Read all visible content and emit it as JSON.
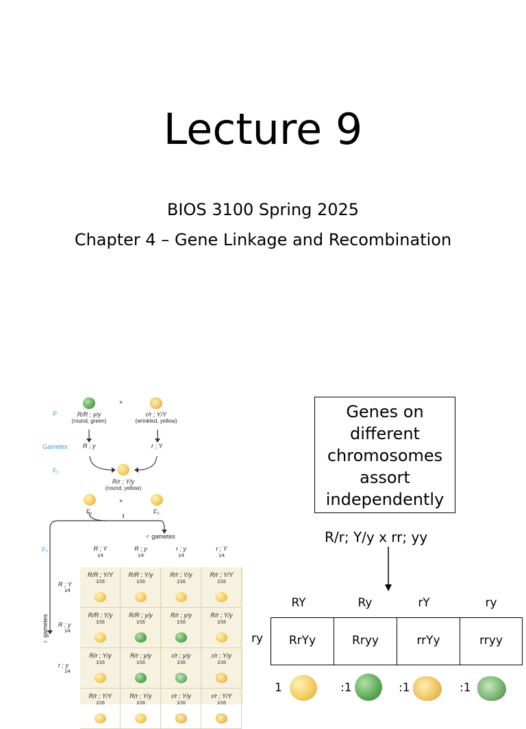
{
  "slide": {
    "title": "Lecture 9",
    "course": "BIOS 3100 Spring 2025",
    "chapter": "Chapter 4 – Gene Linkage and Recombination"
  },
  "figure": {
    "p_label": "P",
    "parent1_genotype": "R/R ; y/y",
    "parent1_phenotype": "(round, green)",
    "cross_symbol": "×",
    "parent2_genotype": "r/r ; Y/Y",
    "parent2_phenotype": "(wrinkled, yellow)",
    "gametes_label": "Gametes",
    "gamete1": "R ; y",
    "gamete2": "r ; Y",
    "f1_label": "F₁",
    "f1_genotype": "R/r ; Y/y",
    "f1_phenotype": "(round, yellow)",
    "f1_left": "F₁",
    "f1_right": "F₁",
    "male_gametes": "♂ gametes",
    "female_gametes": "♀ gametes",
    "f2_label": "F₂",
    "col_headers": [
      "R ; Y",
      "R ; y",
      "r ; y",
      "r ; Y"
    ],
    "col_freq": "1⁄4",
    "row_headers": [
      "R ; Y",
      "R ; y",
      "r ; y"
    ],
    "row_freq": "1⁄4",
    "cell_freq": "1⁄16",
    "grid": [
      [
        {
          "g": "R/R ; Y/Y",
          "p": "yel"
        },
        {
          "g": "R/R ; Y/y",
          "p": "yel"
        },
        {
          "g": "R/r ; Y/y",
          "p": "yel"
        },
        {
          "g": "R/r ; Y/Y",
          "p": "yel"
        }
      ],
      [
        {
          "g": "R/R ; Y/y",
          "p": "yel"
        },
        {
          "g": "R/R ; y/y",
          "p": "grn"
        },
        {
          "g": "R/r ; y/y",
          "p": "grn"
        },
        {
          "g": "R/r ; Y/y",
          "p": "yel"
        }
      ],
      [
        {
          "g": "R/r ; Y/y",
          "p": "yel"
        },
        {
          "g": "R/r ; y/y",
          "p": "grn"
        },
        {
          "g": "r/r ; y/y",
          "p": "wgrn"
        },
        {
          "g": "r/r ; Y/y",
          "p": "wyel"
        }
      ],
      [
        {
          "g": "R/r ; Y/Y",
          "p": "yel"
        },
        {
          "g": "R/r ; Y/y",
          "p": "yel"
        },
        {
          "g": "r/r ; Y/y",
          "p": "wyel"
        },
        {
          "g": "r/r ; Y/Y",
          "p": "wyel"
        }
      ]
    ]
  },
  "concept_box": {
    "lines": [
      "Genes on",
      "different",
      "chromosomes",
      "assort",
      "independently"
    ]
  },
  "testcross": {
    "cross": "R/r; Y/y  x   rr; yy",
    "gametes": [
      "RY",
      "Ry",
      "rY",
      "ry"
    ],
    "row_label": "ry",
    "offspring": [
      "RrYy",
      "Rryy",
      "rrYy",
      "rryy"
    ],
    "ratio": [
      "1",
      ":1",
      ":1",
      ":1"
    ]
  },
  "colors": {
    "accent": "#2aa2d8",
    "yellow_pea": "#f3c95a",
    "green_pea": "#58a857"
  }
}
